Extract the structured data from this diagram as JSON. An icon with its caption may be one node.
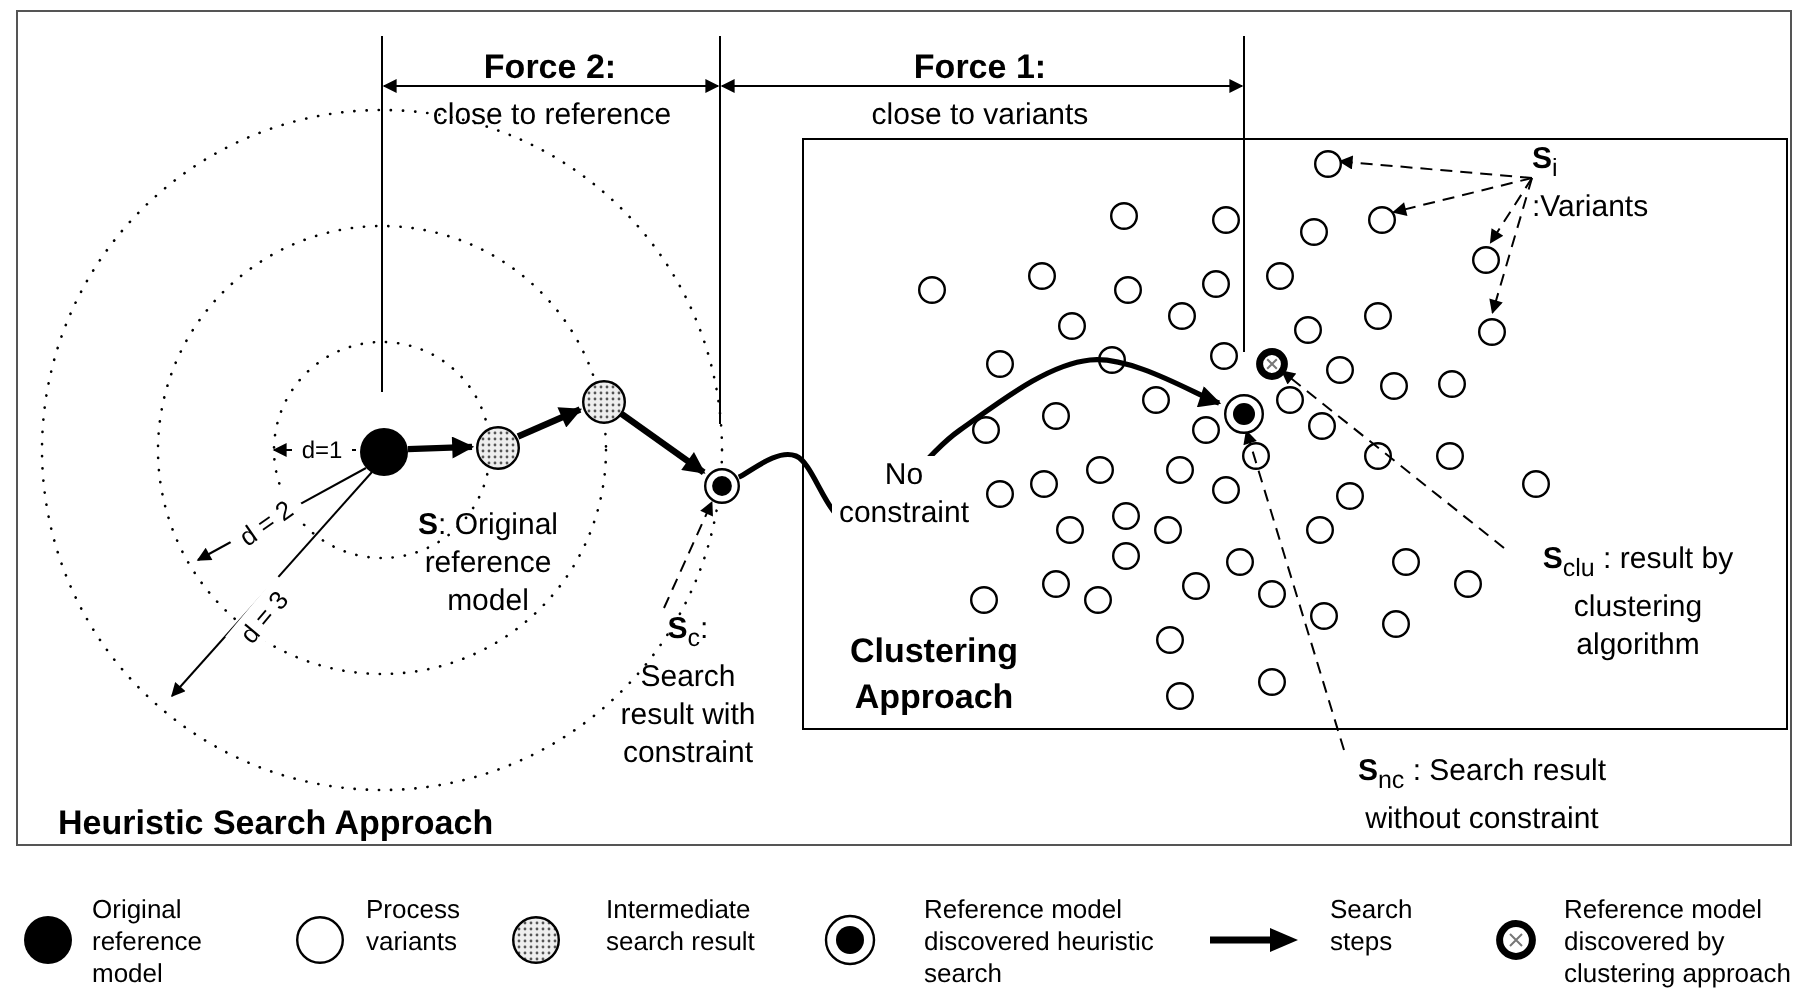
{
  "diagram": {
    "nodes": [
      {
        "text": [
          "Heuristic Search Approach"
        ]
      },
      {
        "text": [
          "Clustering Approach"
        ],
        "in": 0
      },
      {
        "text": [],
        "shape": "circle",
        "in": 0
      },
      {
        "text": [],
        "shape": "circle",
        "in": 0
      },
      {
        "text": [],
        "shape": "circle",
        "in": 0
      },
      {
        "text": [],
        "shape": "circle",
        "in": 0
      },
      {
        "text": [],
        "shape": "circle",
        "in": 1
      },
      {
        "text": [],
        "shape": "circle",
        "in": 1
      },
      {
        "text": [],
        "shape": "circle",
        "in": 1
      },
      {
        "text": [],
        "shape": "circle",
        "in": 1
      },
      {
        "text": [],
        "shape": "circle",
        "in": 1
      },
      {
        "text": [],
        "shape": "circle",
        "in": 1
      },
      {
        "text": [
          "**S**$_{c}$: Search result with constraint"
        ],
        "in": 0
      },
      {
        "text": [
          "**S**$_{i}$ :Variants"
        ],
        "in": 1
      },
      {
        "text": [
          "**S**$_{nc}$ : Search result without constraint"
        ],
        "in": 0
      },
      {
        "text": [
          "**S**$_{clu}$ : result by clustering algorithm"
        ],
        "in": 1
      }
    ],
    "edges": [
      {
        "from": 2,
        "to": 3,
        "arrow": "to",
        "style": "thick"
      },
      {
        "from": 3,
        "to": 4,
        "arrow": "to",
        "style": "thick"
      },
      {
        "from": 4,
        "to": 5,
        "arrow": "to",
        "style": "thick"
      },
      {
        "from": 5,
        "to": 6,
        "arrow": "to",
        "style": "thick",
        "label": "No constraint"
      },
      {
        "from": 12,
        "to": 5,
        "arrow": "to",
        "style": "dashed"
      },
      {
        "from": 13,
        "to": 8,
        "arrow": "to",
        "style": "dashed"
      },
      {
        "from": 13,
        "to": 9,
        "arrow": "to",
        "style": "dashed"
      },
      {
        "from": 13,
        "to": 10,
        "arrow": "to",
        "style": "dashed"
      },
      {
        "from": 13,
        "to": 11,
        "arrow": "to",
        "style": "dashed"
      },
      {
        "from": 14,
        "to": 6,
        "arrow": "to",
        "style": "dashed"
      },
      {
        "from": 15,
        "to": 7,
        "arrow": "to",
        "style": "dashed"
      }
    ],
    "labels": [
      "Force 2:",
      "close to reference",
      "Force 1:",
      "close to variants",
      "d=1",
      "d = 2",
      "d = 3",
      "**S**: Original reference model"
    ],
    "legend": [
      {
        "text": "Original reference model"
      },
      {
        "text": "Process variants"
      },
      {
        "text": "Intermediate search result"
      },
      {
        "text": "Reference model discovered heuristic search"
      },
      {
        "text": "Search steps"
      },
      {
        "text": "Reference model discovered by clustering approach"
      }
    ]
  }
}
